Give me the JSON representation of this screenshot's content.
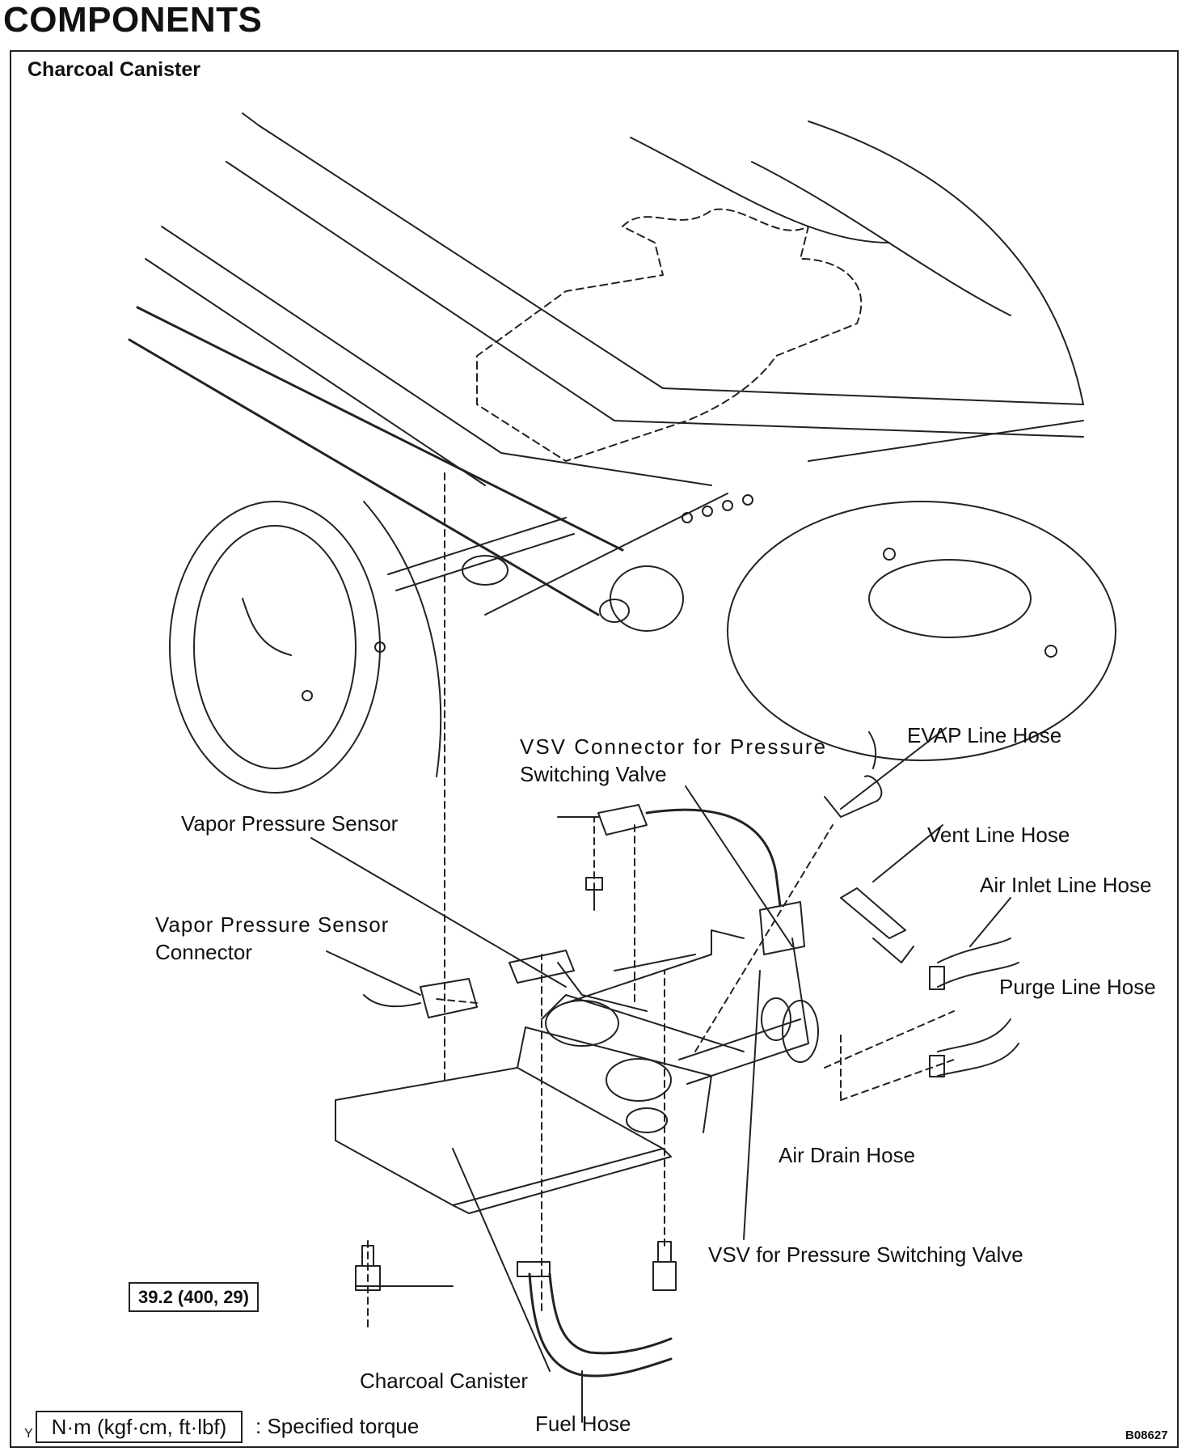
{
  "heading": "COMPONENTS",
  "subheading": "Charcoal Canister",
  "labels": {
    "vsv_connector_line1": "VSV Connector for Pressure",
    "vsv_connector_line2": "Switching Valve",
    "evap_line_hose": "EVAP Line Hose",
    "vapor_pressure_sensor": "Vapor Pressure Sensor",
    "vent_line_hose": "Vent Line Hose",
    "air_inlet_line_hose": "Air Inlet Line Hose",
    "vapor_sensor_connector_line1": "Vapor Pressure Sensor",
    "vapor_sensor_connector_line2": "Connector",
    "purge_line_hose": "Purge Line Hose",
    "air_drain_hose": "Air Drain Hose",
    "vsv_pressure_switching_valve": "VSV for Pressure Switching Valve",
    "charcoal_canister": "Charcoal Canister",
    "fuel_hose": "Fuel Hose"
  },
  "torque": "39.2 (400, 29)",
  "legend": {
    "unit": "N·m (kgf·cm, ft·lbf)",
    "text": ": Specified torque"
  },
  "corner_letter": "Y",
  "figure_code": "B08627"
}
